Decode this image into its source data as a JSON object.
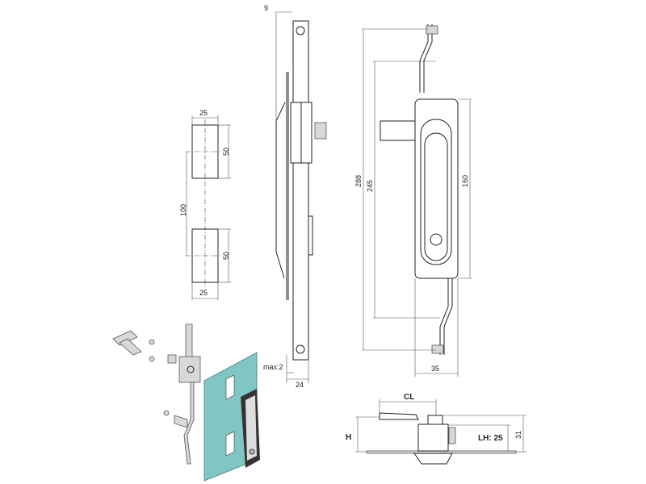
{
  "cutout": {
    "width_top": "25",
    "height_top": "50",
    "spacing": "100",
    "height_bottom": "50",
    "width_bottom": "25"
  },
  "side_view": {
    "offset": "9",
    "max_panel": "max:2",
    "depth": "24"
  },
  "front_view": {
    "overall_length": "288",
    "hole_spacing": "245",
    "handle_length": "160",
    "width": "35"
  },
  "section_view": {
    "cl": "CL",
    "h": "H",
    "lh": "LH: 25",
    "height": "31"
  },
  "colors": {
    "panel": "#7fc6c4",
    "line": "#222222"
  }
}
